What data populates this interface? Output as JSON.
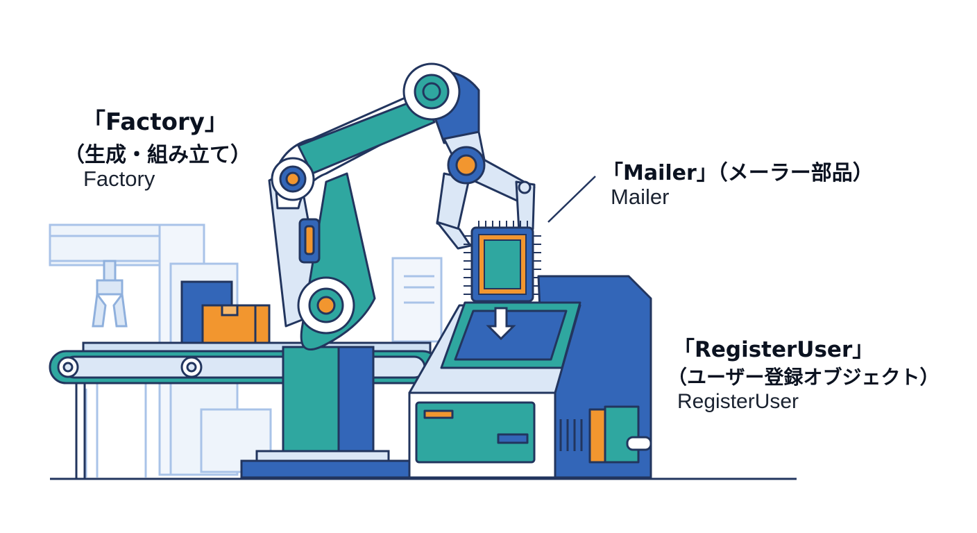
{
  "labels": {
    "factory": {
      "title": "「Factory」",
      "japanese": "（生成・組み立て）",
      "english": "Factory"
    },
    "mailer": {
      "title": "「Mailer」（メーラー部品）",
      "english": "Mailer"
    },
    "register_user": {
      "title": "「RegisterUser」",
      "japanese": "（ユーザー登録オブジェクト）",
      "english": "RegisterUser"
    }
  },
  "colors": {
    "navy": "#1d3a73",
    "blue": "#3366b8",
    "teal": "#2fa7a0",
    "orange": "#f2962f",
    "light_blue": "#dbe7f6",
    "outline": "#22355e"
  }
}
